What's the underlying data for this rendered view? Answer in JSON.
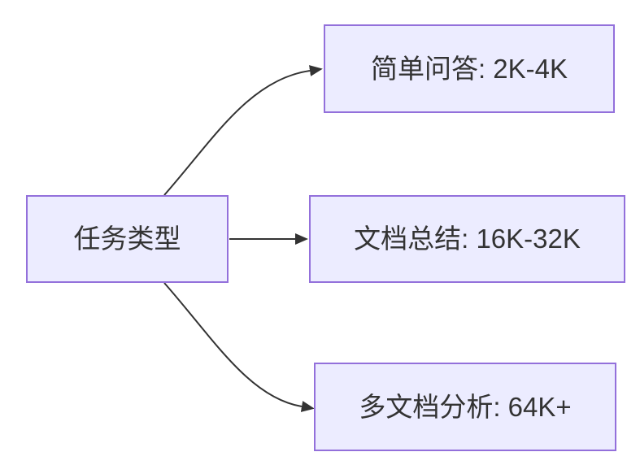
{
  "diagram": {
    "type": "flowchart-LR",
    "background": "#ffffff",
    "root": {
      "id": "task-type",
      "label": "任务类型"
    },
    "branches": [
      {
        "id": "simple-qa",
        "label": "简单问答: 2K-4K"
      },
      {
        "id": "doc-summary",
        "label": "文档总结: 16K-32K"
      },
      {
        "id": "multi-doc",
        "label": "多文档分析: 64K+"
      }
    ],
    "edges": [
      {
        "from": "task-type",
        "to": "simple-qa"
      },
      {
        "from": "task-type",
        "to": "doc-summary"
      },
      {
        "from": "task-type",
        "to": "multi-doc"
      }
    ],
    "colors": {
      "node_fill": "#ECECFF",
      "node_border": "#9370DB",
      "edge": "#333333",
      "text": "#333333"
    }
  }
}
